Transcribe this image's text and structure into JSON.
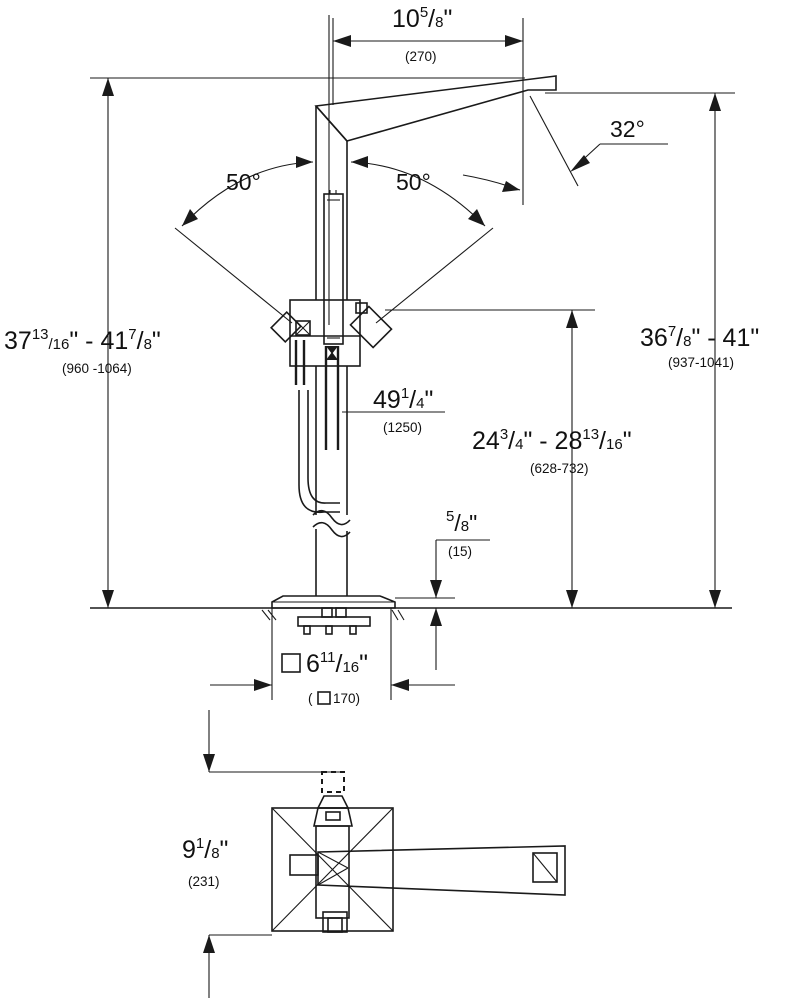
{
  "top_width": {
    "whole": "10",
    "num": "5",
    "den": "8",
    "unit": "\"",
    "mm": "(270)"
  },
  "spout_angle": "32°",
  "swivel_left": "50°",
  "swivel_right": "50°",
  "total_height": {
    "whole": "37",
    "num1": "13",
    "den1": "16",
    "sep": "\" - 41",
    "num2": "7",
    "den2": "8",
    "unit": "\"",
    "mm": "(960 -1064)"
  },
  "spout_height": {
    "whole": "36",
    "num1": "7",
    "den1": "8",
    "sep": "\" - 41\"",
    "mm": "(937-1041)"
  },
  "hose_length": {
    "whole": "49",
    "num": "1",
    "den": "4",
    "unit": "\"",
    "mm": "(1250)"
  },
  "handle_height": {
    "whole": "24",
    "num1": "3",
    "den1": "4",
    "sep": "\" - 28",
    "num2": "13",
    "den2": "16",
    "unit": "\"",
    "mm": "(628-732)"
  },
  "base_thickness": {
    "num": "5",
    "den": "8",
    "unit": "\"",
    "mm": "(15)"
  },
  "base_square": {
    "whole": "6",
    "num": "11",
    "den": "16",
    "unit": "\"",
    "mm_open": "(",
    "mm_value": "170)"
  },
  "plan_depth": {
    "whole": "9",
    "num": "1",
    "den": "8",
    "unit": "\"",
    "mm": "(231)"
  }
}
